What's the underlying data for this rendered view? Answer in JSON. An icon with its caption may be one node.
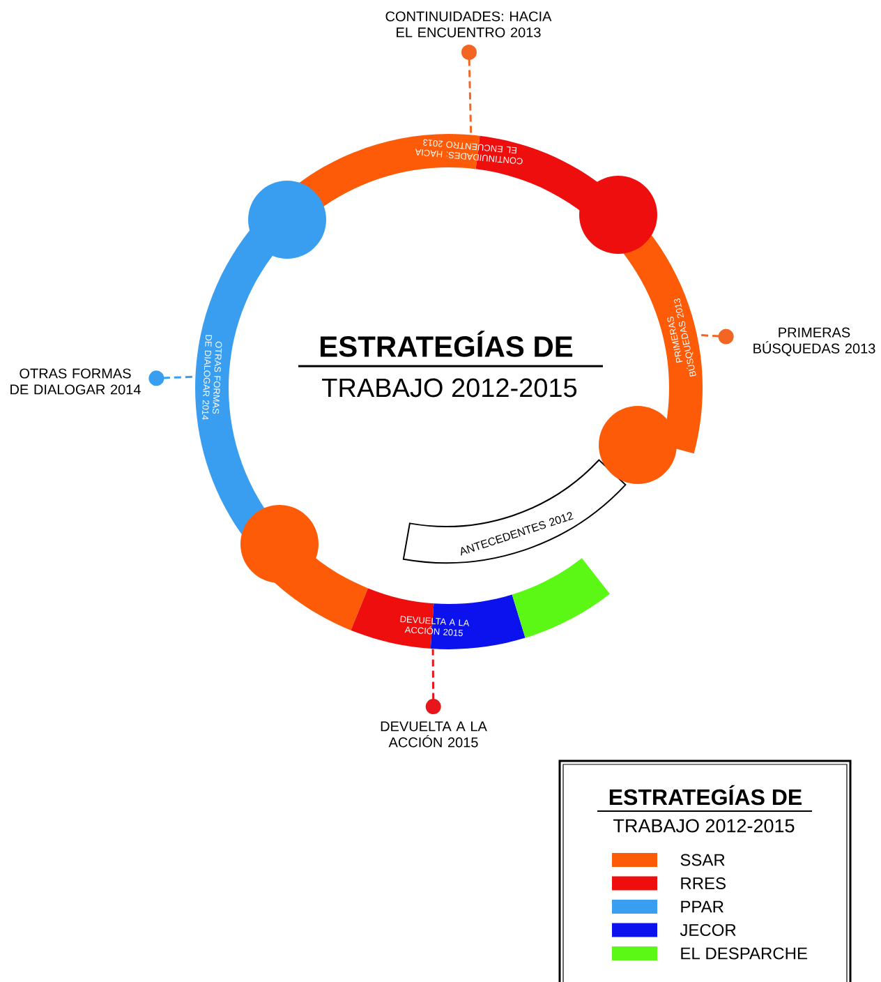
{
  "diagram": {
    "title": "ESTRATEGÍAS DE",
    "nodes": [
      {
        "text": [
          "CONTINUIDADES: HACIA EL ENCUENTRO 2013"
        ]
      },
      {
        "text": [
          "CONTINUIDADES: HACIA EL ENCUENTRO 2013"
        ]
      },
      {
        "text": [
          "OTRAS FORMAS DE DIALOGAR 2014"
        ]
      },
      {
        "text": [
          "OTRAS FORMAS DE DIALOGAR 2014"
        ]
      },
      {
        "text": [
          "PRIMERAS BÚSQUEDAS 2013"
        ]
      },
      {
        "text": [
          "PRIMERAS BÚSQUEDAS 2013"
        ]
      },
      {
        "text": [
          "ANTECEDENTES 2012"
        ]
      },
      {
        "text": [
          "DEVUELTA A LA ACCIÓN 2015"
        ]
      },
      {
        "text": [
          "DEVUELTA A LA ACCIÓN 2015"
        ]
      },
      {
        "text": [],
        "shape": "circle"
      },
      {
        "text": [],
        "shape": "circle"
      },
      {
        "text": [],
        "shape": "circle"
      },
      {
        "text": [],
        "shape": "circle"
      }
    ],
    "edges": [
      {
        "from": 0,
        "to": 1,
        "arrow": "other"
      },
      {
        "from": 2,
        "to": 3,
        "arrow": "other",
        "color": "#3a9ef0"
      },
      {
        "from": 5,
        "to": 4,
        "arrow": "other"
      },
      {
        "from": 8,
        "to": 7,
        "arrow": "other",
        "color": "#e8161b"
      }
    ],
    "labels": [
      "TRABAJO 2012-2015",
      "ESTRATEGÍAS DE",
      "TRABAJO 2012-2015"
    ],
    "legend": [
      {
        "text": "SSAR",
        "color": "#fd5b08"
      },
      {
        "text": "RRES",
        "color": "#ee0e0e"
      },
      {
        "text": "PPAR",
        "color": "#3a9ef0"
      },
      {
        "text": "JECOR",
        "color": "#0b12ee"
      },
      {
        "text": "EL DESPARCHE",
        "color": "#5af814"
      }
    ]
  }
}
